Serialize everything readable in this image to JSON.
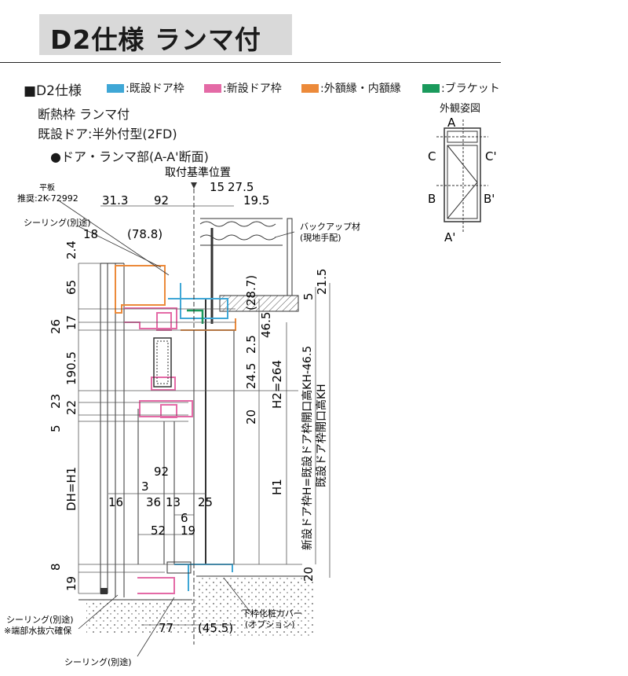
{
  "title": "D2仕様 ランマ付",
  "spec_label": "■D2仕様",
  "legend": [
    {
      "label": ":既設ドア枠",
      "color": "#3fa7d6"
    },
    {
      "label": ":新設ドア枠",
      "color": "#e46aa6"
    },
    {
      "label": ":外額縁・内額縁",
      "color": "#ec8a3a"
    },
    {
      "label": ":ブラケット",
      "color": "#1a9a5c"
    }
  ],
  "spec_lines": [
    "断熱枠 ランマ付",
    "既設ドア:半外付型(2FD)",
    "●ドア・ランマ部(A-A'断面)"
  ],
  "exterior_view": {
    "title": "外観姿図",
    "labels": [
      "A",
      "C",
      "C'",
      "B",
      "B'",
      "A'"
    ]
  },
  "annotations": {
    "mount_ref": "取付基準位置",
    "flat_plate": "平板",
    "recommended": "推奨:2K-72992",
    "sealing_top": "シーリング(別途)",
    "backup": "バックアップ材",
    "backup_note": "(現地手配)",
    "sealing_bottom1": "シーリング(別途)",
    "sealing_bottom1_note": "※端部水抜穴確保",
    "sealing_bottom2": "シーリング(別途)",
    "sill_cover": "下枠化粧カバー",
    "sill_cover_note": "(オプション)"
  },
  "dims": {
    "top": [
      "31.3",
      "92",
      "15",
      "27.5",
      "19.5",
      "18",
      "(78.8)"
    ],
    "left": [
      "2.4",
      "65",
      "26",
      "17",
      "190.5",
      "23",
      "22",
      "5",
      "DH=H1",
      "8",
      "19"
    ],
    "mid": [
      "(28.7)",
      "46.5",
      "24.5",
      "2.5",
      "H2=264",
      "20",
      "5",
      "21.5",
      "H1",
      "20"
    ],
    "vertical_right": [
      "新設ドア枠H=既設ドア枠開口高KH-46.5",
      "既設ドア枠開口高KH"
    ],
    "inner": [
      "92",
      "3",
      "16",
      "36",
      "13",
      "25",
      "6",
      "52",
      "19"
    ],
    "bottom": [
      "77",
      "(45.5)"
    ]
  }
}
